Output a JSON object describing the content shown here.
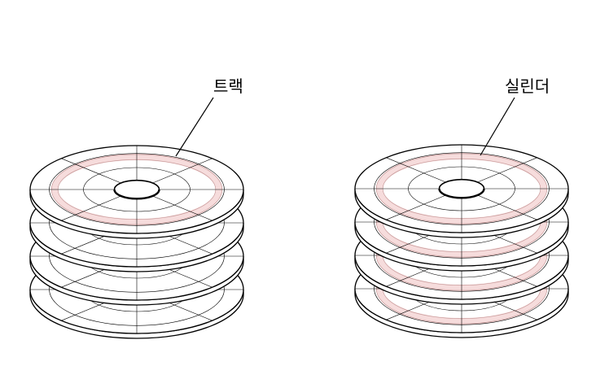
{
  "labels": {
    "left": "트랙",
    "right": "실린더"
  },
  "stacks": [
    {
      "name": "track-stack",
      "platter_count": 4,
      "highlighted_platters": [
        0
      ]
    },
    {
      "name": "cylinder-stack",
      "platter_count": 4,
      "highlighted_platters": [
        0,
        1,
        2,
        3
      ]
    }
  ],
  "colors": {
    "stroke": "#000000",
    "platter_fill": "#ffffff",
    "track_highlight": "#f6dcdc",
    "track_stroke": "#c79a9a"
  }
}
